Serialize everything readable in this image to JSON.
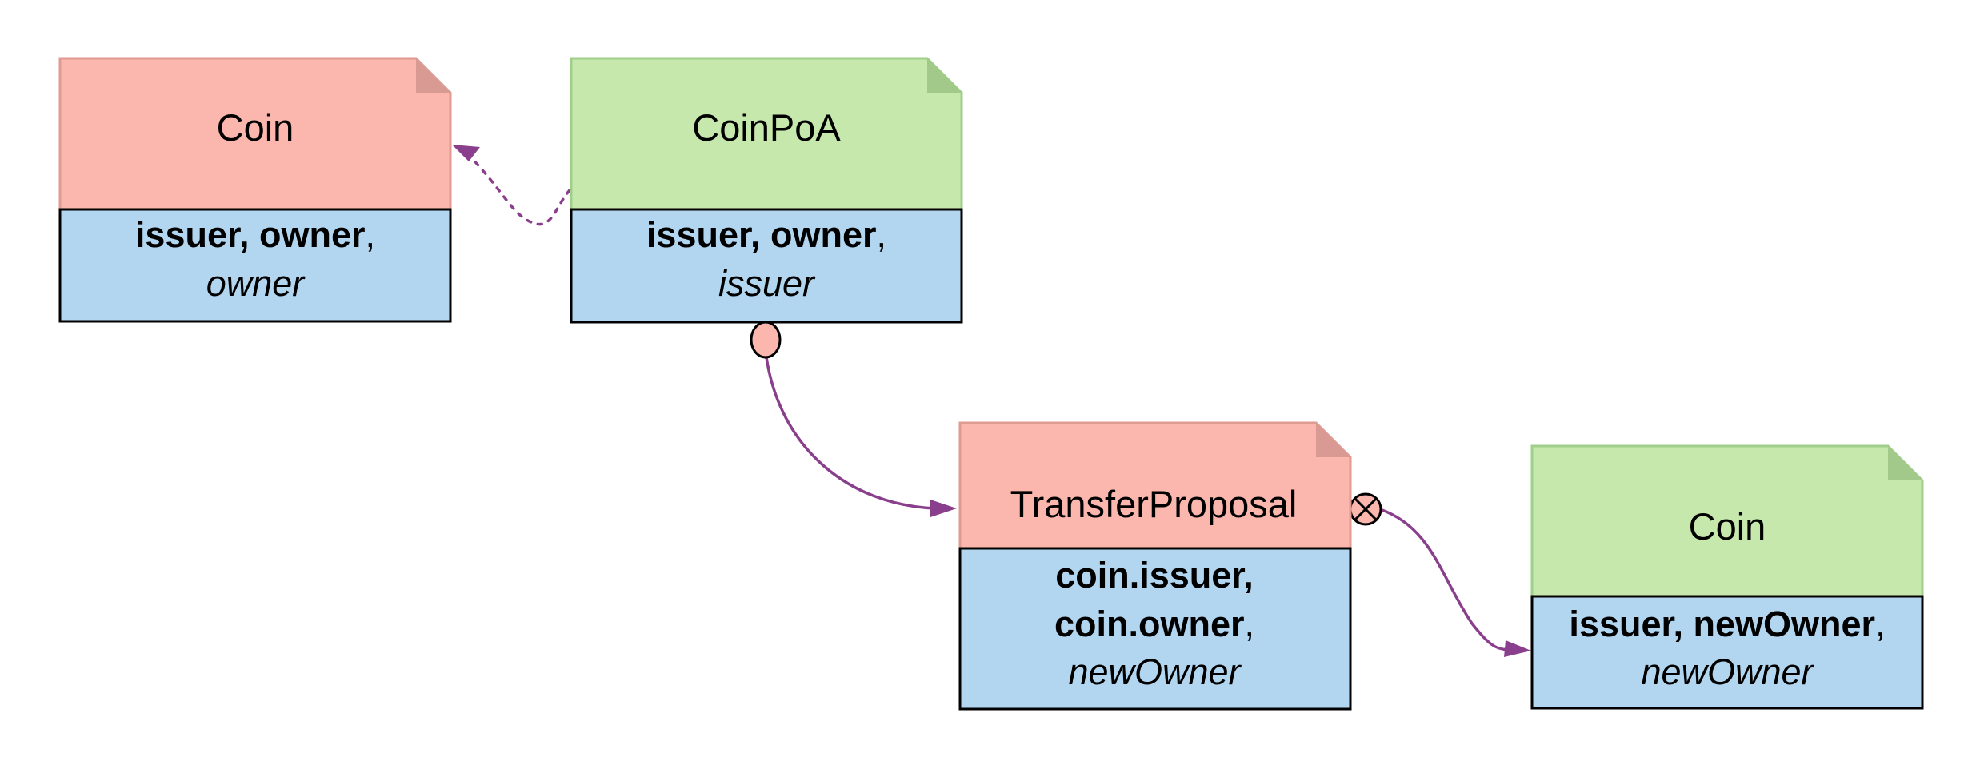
{
  "colors": {
    "archived_header": "#fbb7ad",
    "archived_header_border": "#df9a92",
    "archived_fold": "#d99a94",
    "active_header": "#c7e8ad",
    "active_header_border": "#9fcf8a",
    "active_fold": "#a3c98a",
    "body_fill": "#b3d6f0",
    "body_border": "#000000",
    "arrow": "#8a3f8d"
  },
  "nodes": [
    {
      "id": "coin-archived",
      "status": "archived",
      "title": "Coin",
      "body": {
        "signatories": "issuer, owner",
        "sep1": ",",
        "observer": "owner"
      }
    },
    {
      "id": "coinpoa",
      "status": "active",
      "title": "CoinPoA",
      "body": {
        "signatories": "issuer, owner",
        "sep1": ",",
        "observer": "issuer"
      }
    },
    {
      "id": "transfer-proposal",
      "status": "archived",
      "title": "TransferProposal",
      "body": {
        "line1": "coin.issuer,",
        "line2": "coin.owner",
        "sep2": ",",
        "observer": "newOwner"
      }
    },
    {
      "id": "coin-new",
      "status": "active",
      "title": "Coin",
      "body": {
        "signatories": "issuer, newOwner",
        "sep1": ",",
        "observer": "newOwner"
      }
    }
  ],
  "edges": [
    {
      "from": "coinpoa",
      "to": "coin-archived",
      "style": "dotted",
      "start_marker": "none",
      "end_marker": "arrow"
    },
    {
      "from": "coinpoa",
      "to": "transfer-proposal",
      "style": "solid",
      "start_marker": "circle",
      "end_marker": "arrow"
    },
    {
      "from": "transfer-proposal",
      "to": "coin-new",
      "style": "solid",
      "start_marker": "circle-x",
      "end_marker": "arrow"
    }
  ]
}
